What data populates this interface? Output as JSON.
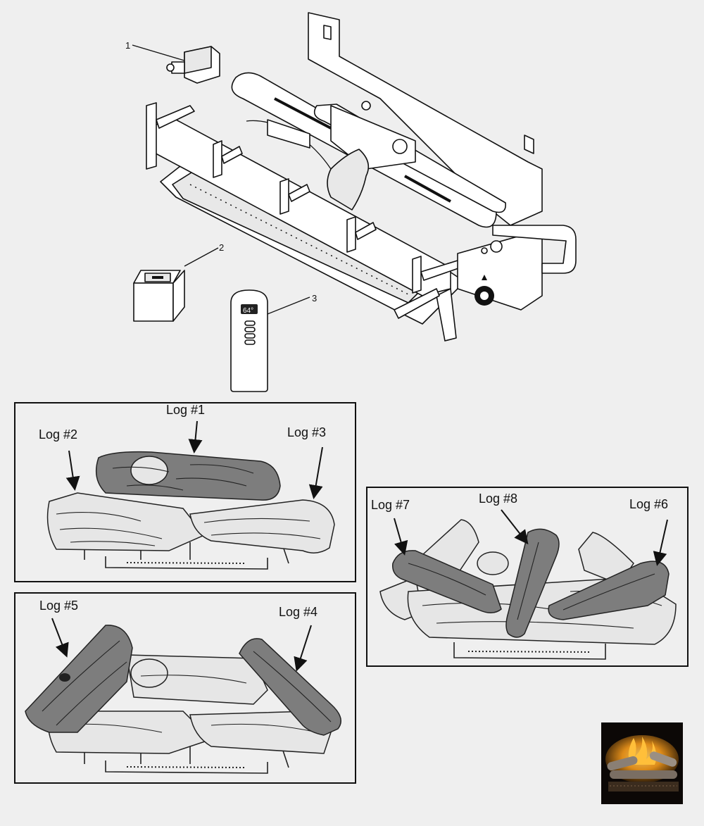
{
  "callouts": [
    {
      "number": "1",
      "part_icon": "ignition-module-icon"
    },
    {
      "number": "2",
      "part_icon": "rocker-switch-icon"
    },
    {
      "number": "3",
      "part_icon": "remote-control-icon"
    }
  ],
  "remote": {
    "display": "64°"
  },
  "panels": [
    {
      "labels": [
        "Log #1",
        "Log #2",
        "Log #3"
      ]
    },
    {
      "labels": [
        "Log #7",
        "Log #8",
        "Log #6"
      ]
    },
    {
      "labels": [
        "Log #5",
        "Log #4"
      ]
    }
  ],
  "colors": {
    "background": "#efefef",
    "dark_log": "#7d7d7d",
    "light_log": "#e6e6e6",
    "flame": "#f59a1b"
  }
}
